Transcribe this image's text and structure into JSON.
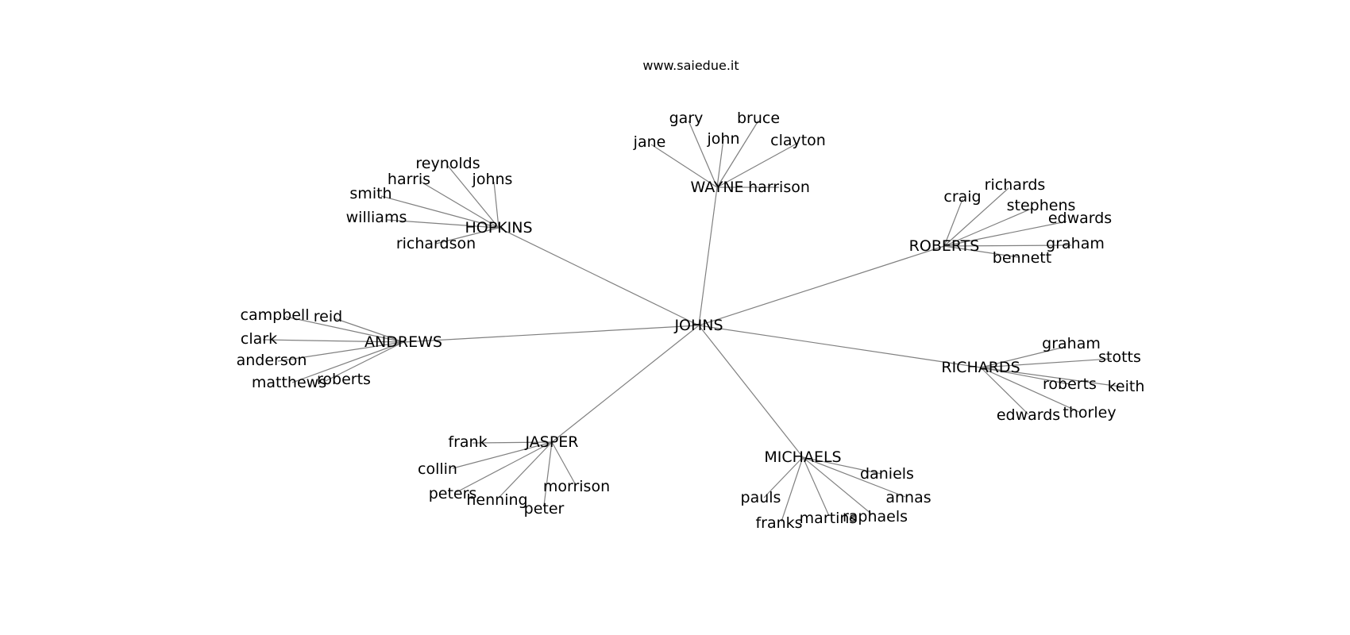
{
  "title": "www.saiedue.it",
  "colors": {
    "edge": "#808080",
    "text": "#000000",
    "background": "#ffffff"
  },
  "root": "JOHNS",
  "groups": [
    {
      "hub": "WAYNE",
      "leaves": [
        "gary",
        "bruce",
        "jane",
        "john",
        "clayton",
        "harrison"
      ]
    },
    {
      "hub": "HOPKINS",
      "leaves": [
        "reynolds",
        "harris",
        "johns",
        "smith",
        "williams",
        "richardson"
      ]
    },
    {
      "hub": "ROBERTS",
      "leaves": [
        "craig",
        "richards",
        "stephens",
        "edwards",
        "graham",
        "bennett"
      ]
    },
    {
      "hub": "ANDREWS",
      "leaves": [
        "campbell",
        "reid",
        "clark",
        "anderson",
        "matthews",
        "roberts"
      ]
    },
    {
      "hub": "RICHARDS",
      "leaves": [
        "graham",
        "stotts",
        "roberts",
        "keith",
        "edwards",
        "thorley"
      ]
    },
    {
      "hub": "JASPER",
      "leaves": [
        "frank",
        "collin",
        "peters",
        "henning",
        "morrison",
        "peter"
      ]
    },
    {
      "hub": "MICHAELS",
      "leaves": [
        "daniels",
        "pauls",
        "annas",
        "franks",
        "martins",
        "raphaels"
      ]
    }
  ]
}
